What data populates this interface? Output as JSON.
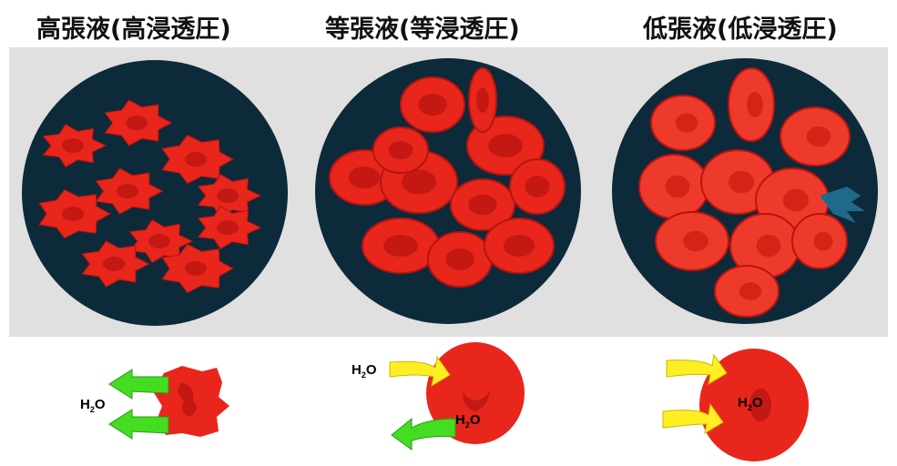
{
  "panels": [
    {
      "title": "高張液(高浸透圧)",
      "water_label": "H2O",
      "water_label_inside": ""
    },
    {
      "title": "等張液(等浸透圧)",
      "water_label": "H2O",
      "water_label_inside": "H2O"
    },
    {
      "title": "低張液(低浸透圧)",
      "water_label": "",
      "water_label_inside": "H2O"
    }
  ],
  "colors": {
    "background_band": "#e0e0e0",
    "circle": "#0d2a3a",
    "cell": "#e8261c",
    "cell_dark": "#b81410",
    "arrow_out": "#44dd22",
    "arrow_in": "#ffee22"
  }
}
